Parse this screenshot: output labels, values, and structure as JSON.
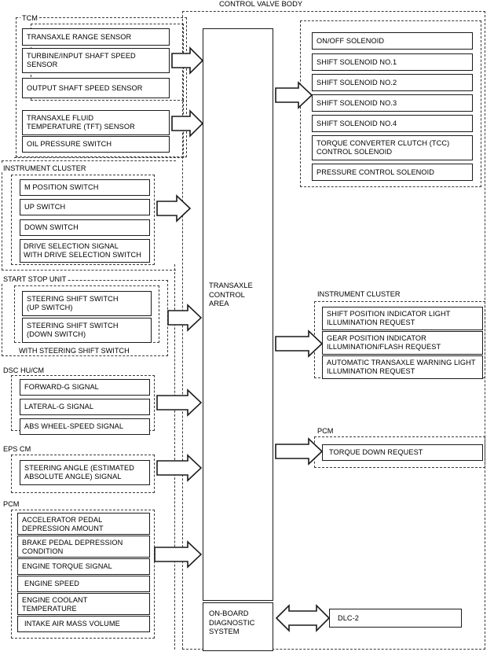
{
  "diagram": {
    "title": "CONTROL VALVE BODY",
    "center": {
      "label": "TRANSAXLE\nCONTROL\nAREA",
      "obd_label": "ON-BOARD\nDIAGNOSTIC\nSYSTEM"
    },
    "groups": {
      "tcm": "TCM",
      "instrument_cluster_left": "INSTRUMENT CLUSTER",
      "start_stop_unit": "START STOP UNIT",
      "with_steering_shift_switch": "WITH STEERING SHIFT SWITCH",
      "dsc": "DSC HU/CM",
      "eps": "EPS CM",
      "pcm_left": "PCM",
      "instrument_cluster_right": "INSTRUMENT CLUSTER",
      "pcm_right": "PCM"
    },
    "inputs": {
      "tcm_upper": [
        "TRANSAXLE RANGE SENSOR",
        "TURBINE/INPUT SHAFT SPEED\nSENSOR",
        "OUTPUT SHAFT SPEED SENSOR"
      ],
      "tcm_lower": [
        "TRANSAXLE FLUID\nTEMPERATURE (TFT) SENSOR",
        "OIL PRESSURE SWITCH"
      ],
      "instrument_cluster": [
        "M POSITION SWITCH",
        "UP SWITCH",
        "DOWN SWITCH",
        "DRIVE SELECTION SIGNAL\nWITH DRIVE SELECTION SWITCH"
      ],
      "start_stop_unit": [
        "STEERING SHIFT SWITCH\n(UP SWITCH)",
        "STEERING SHIFT SWITCH\n(DOWN SWITCH)"
      ],
      "dsc": [
        "FORWARD-G SIGNAL",
        "LATERAL-G SIGNAL",
        "ABS WHEEL-SPEED SIGNAL"
      ],
      "eps": [
        "STEERING ANGLE (ESTIMATED\nABSOLUTE ANGLE) SIGNAL"
      ],
      "pcm": [
        "ACCELERATOR PEDAL\nDEPRESSION AMOUNT",
        "BRAKE  PEDAL DEPRESSION\nCONDITION",
        "ENGINE TORQUE SIGNAL",
        "ENGINE SPEED",
        "ENGINE COOLANT\nTEMPERATURE",
        "INTAKE AIR MASS VOLUME"
      ]
    },
    "outputs": {
      "control_valve_body": [
        "ON/OFF SOLENOID",
        "SHIFT SOLENOID NO.1",
        "SHIFT SOLENOID NO.2",
        "SHIFT SOLENOID NO.3",
        "SHIFT SOLENOID NO.4",
        "TORQUE CONVERTER CLUTCH (TCC)\nCONTROL SOLENOID",
        "PRESSURE CONTROL SOLENOID"
      ],
      "instrument_cluster": [
        "SHIFT POSITION INDICATOR LIGHT\nILLUMINATION REQUEST",
        "GEAR POSITION INDICATOR\nILLUMINATION/FLASH REQUEST",
        "AUTOMATIC TRANSAXLE WARNING LIGHT\nILLUMINATION REQUEST"
      ],
      "pcm": [
        "TORQUE DOWN REQUEST"
      ],
      "dlc": "DLC-2"
    },
    "colors": {
      "line": "#1a1a1a",
      "dashed": "#3a3a3a",
      "background": "#ffffff"
    }
  }
}
